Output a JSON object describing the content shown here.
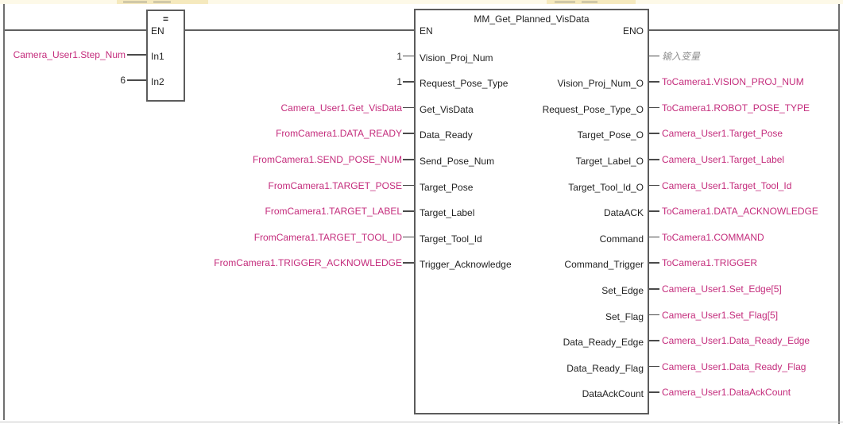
{
  "colors": {
    "operand_variable": "#c42c7c",
    "operand_constant": "#2b2b2b",
    "operand_placeholder": "#8f8f8f",
    "block_border": "#5c5c5c",
    "wire": "#5f5f5f",
    "rail": "#6f6f6f",
    "comment_highlight": "#f5e9bd"
  },
  "compare_block": {
    "title": "=",
    "en_pin": "EN",
    "inputs": [
      {
        "pin": "In1",
        "operand": "Camera_User1.Step_Num",
        "type": "variable"
      },
      {
        "pin": "In2",
        "operand": "6",
        "type": "constant"
      }
    ]
  },
  "function_block": {
    "title": "MM_Get_Planned_VisData",
    "en_pin": "EN",
    "eno_pin": "ENO",
    "inputs": [
      {
        "pin": "Vision_Proj_Num",
        "operand": "1",
        "type": "constant"
      },
      {
        "pin": "Request_Pose_Type",
        "operand": "1",
        "type": "constant"
      },
      {
        "pin": "Get_VisData",
        "operand": "Camera_User1.Get_VisData",
        "type": "variable"
      },
      {
        "pin": "Data_Ready",
        "operand": "FromCamera1.DATA_READY",
        "type": "variable"
      },
      {
        "pin": "Send_Pose_Num",
        "operand": "FromCamera1.SEND_POSE_NUM",
        "type": "variable"
      },
      {
        "pin": "Target_Pose",
        "operand": "FromCamera1.TARGET_POSE",
        "type": "variable"
      },
      {
        "pin": "Target_Label",
        "operand": "FromCamera1.TARGET_LABEL",
        "type": "variable"
      },
      {
        "pin": "Target_Tool_Id",
        "operand": "FromCamera1.TARGET_TOOL_ID",
        "type": "variable"
      },
      {
        "pin": "Trigger_Acknowledge",
        "operand": "FromCamera1.TRIGGER_ACKNOWLEDGE",
        "type": "variable"
      }
    ],
    "outputs": [
      {
        "pin": "",
        "operand": "输入变量",
        "type": "placeholder"
      },
      {
        "pin": "Vision_Proj_Num_O",
        "operand": "ToCamera1.VISION_PROJ_NUM",
        "type": "variable"
      },
      {
        "pin": "Request_Pose_Type_O",
        "operand": "ToCamera1.ROBOT_POSE_TYPE",
        "type": "variable"
      },
      {
        "pin": "Target_Pose_O",
        "operand": "Camera_User1.Target_Pose",
        "type": "variable"
      },
      {
        "pin": "Target_Label_O",
        "operand": "Camera_User1.Target_Label",
        "type": "variable"
      },
      {
        "pin": "Target_Tool_Id_O",
        "operand": "Camera_User1.Target_Tool_Id",
        "type": "variable"
      },
      {
        "pin": "DataACK",
        "operand": "ToCamera1.DATA_ACKNOWLEDGE",
        "type": "variable"
      },
      {
        "pin": "Command",
        "operand": "ToCamera1.COMMAND",
        "type": "variable"
      },
      {
        "pin": "Command_Trigger",
        "operand": "ToCamera1.TRIGGER",
        "type": "variable"
      },
      {
        "pin": "Set_Edge",
        "operand": "Camera_User1.Set_Edge[5]",
        "type": "variable"
      },
      {
        "pin": "Set_Flag",
        "operand": "Camera_User1.Set_Flag[5]",
        "type": "variable"
      },
      {
        "pin": "Data_Ready_Edge",
        "operand": "Camera_User1.Data_Ready_Edge",
        "type": "variable"
      },
      {
        "pin": "Data_Ready_Flag",
        "operand": "Camera_User1.Data_Ready_Flag",
        "type": "variable"
      },
      {
        "pin": "DataAckCount",
        "operand": "Camera_User1.DataAckCount",
        "type": "variable"
      }
    ]
  }
}
